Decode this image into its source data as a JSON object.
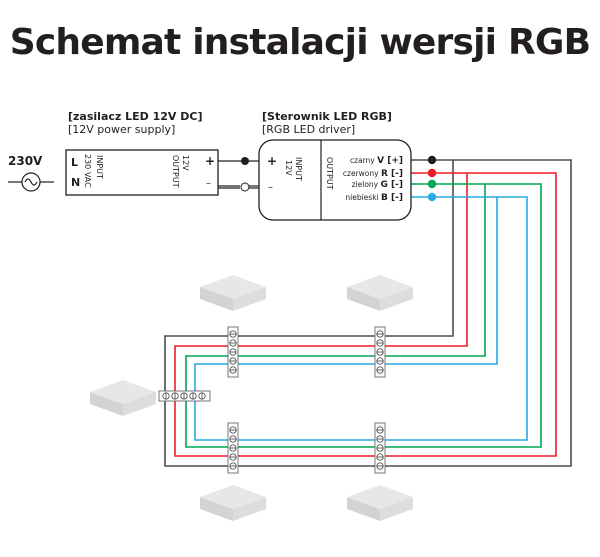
{
  "title": "Schemat instalacji wersji RGB",
  "power_supply": {
    "label_pl": "[zasilacz LED 12V DC]",
    "label_en": "[12V power supply]",
    "input_label": "INPUT",
    "input_voltage": "230 VAC",
    "output_label": "OUTPUT",
    "output_voltage": "12V",
    "plus": "+",
    "minus": "–"
  },
  "mains": {
    "voltage": "230V",
    "line": "L",
    "neutral": "N",
    "icon": "ac-source-icon"
  },
  "controller": {
    "label_pl": "[Sterownik LED RGB]",
    "label_en": "[RGB LED driver]",
    "input_label": "INPUT",
    "input_voltage": "12V",
    "output_label": "OUTPUT",
    "plus": "+",
    "minus": "–",
    "outputs": [
      {
        "name": "czarny",
        "letter": "V",
        "pol": "[+]",
        "color": "#231f20"
      },
      {
        "name": "czerwony",
        "letter": "R",
        "pol": "[-]",
        "color": "#ed1c24"
      },
      {
        "name": "zielony",
        "letter": "G",
        "pol": "[-]",
        "color": "#00a651"
      },
      {
        "name": "niebieski",
        "letter": "B",
        "pol": "[-]",
        "color": "#00aeef"
      }
    ]
  },
  "wire_colors": {
    "black": "#4d4d4d",
    "red": "#ed1c24",
    "green": "#00a651",
    "blue": "#27aae1"
  },
  "led_module_color": "#d1d3d4",
  "led_modules_count": 5,
  "terminal_blocks_count": 5
}
